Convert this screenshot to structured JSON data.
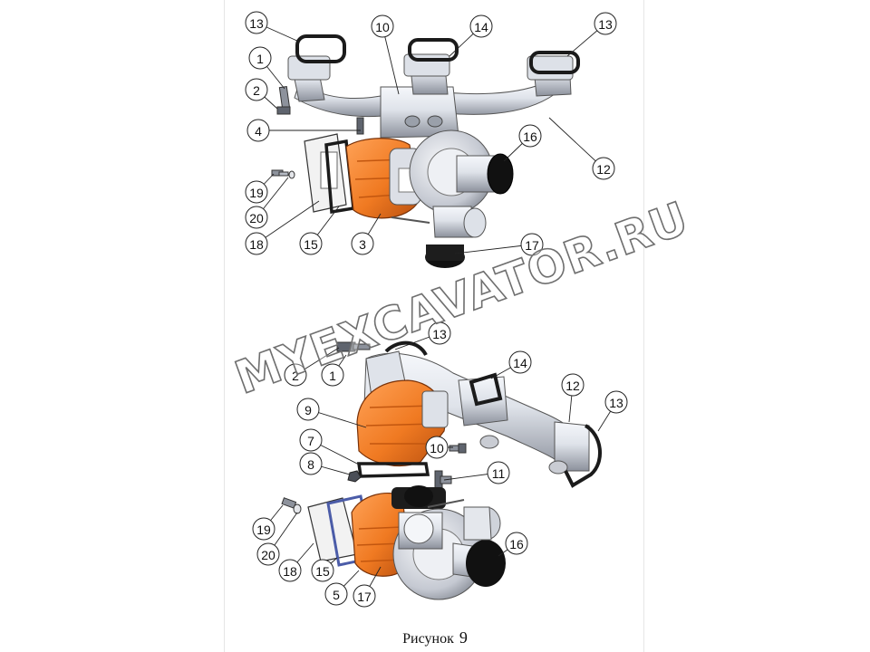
{
  "figure": {
    "caption_label": "Рисунок",
    "caption_number": "9",
    "watermark": "MYEXCAVATOR.RU"
  },
  "colors": {
    "casing_orange": "#f07a22",
    "casing_orange_dark": "#b9500f",
    "metal_light": "#e9ecf2",
    "metal_mid": "#b8bdc8",
    "metal_dark": "#6d7280",
    "gasket_black": "#1b1b1b",
    "background": "#ffffff"
  },
  "callouts": {
    "top": [
      {
        "id": "t13a",
        "label": "13"
      },
      {
        "id": "t10",
        "label": "10"
      },
      {
        "id": "t14",
        "label": "14"
      },
      {
        "id": "t13b",
        "label": "13"
      },
      {
        "id": "t1",
        "label": "1"
      },
      {
        "id": "t2",
        "label": "2"
      },
      {
        "id": "t4",
        "label": "4"
      },
      {
        "id": "t16",
        "label": "16"
      },
      {
        "id": "t12",
        "label": "12"
      },
      {
        "id": "t19",
        "label": "19"
      },
      {
        "id": "t20",
        "label": "20"
      },
      {
        "id": "t18",
        "label": "18"
      },
      {
        "id": "t15",
        "label": "15"
      },
      {
        "id": "t3",
        "label": "3"
      },
      {
        "id": "t17",
        "label": "17"
      }
    ],
    "bottom": [
      {
        "id": "b13a",
        "label": "13"
      },
      {
        "id": "b2",
        "label": "2"
      },
      {
        "id": "b1",
        "label": "1"
      },
      {
        "id": "b14",
        "label": "14"
      },
      {
        "id": "b12",
        "label": "12"
      },
      {
        "id": "b13b",
        "label": "13"
      },
      {
        "id": "b9",
        "label": "9"
      },
      {
        "id": "b7",
        "label": "7"
      },
      {
        "id": "b10",
        "label": "10"
      },
      {
        "id": "b8",
        "label": "8"
      },
      {
        "id": "b11",
        "label": "11"
      },
      {
        "id": "b16",
        "label": "16"
      },
      {
        "id": "b19",
        "label": "19"
      },
      {
        "id": "b20",
        "label": "20"
      },
      {
        "id": "b18",
        "label": "18"
      },
      {
        "id": "b15",
        "label": "15"
      },
      {
        "id": "b5",
        "label": "5"
      },
      {
        "id": "b17",
        "label": "17"
      }
    ]
  }
}
